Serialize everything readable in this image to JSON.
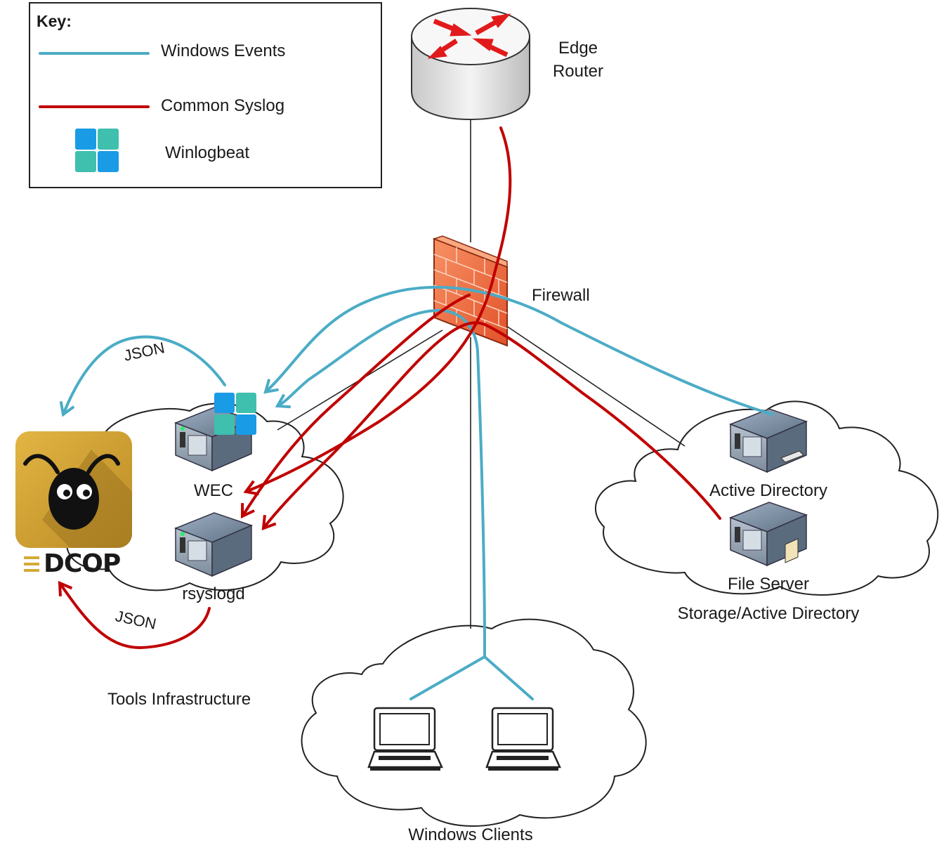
{
  "legend": {
    "title": "Key:",
    "items": [
      {
        "label": "Windows Events",
        "color": "#4bacc6"
      },
      {
        "label": "Common Syslog",
        "color": "#c00000"
      },
      {
        "label": "Winlogbeat",
        "icon": "winlogbeat-icon"
      }
    ]
  },
  "nodes": {
    "edge_router": {
      "line1": "Edge",
      "line2": "Router",
      "icon": "router-icon"
    },
    "firewall": {
      "label": "Firewall",
      "icon": "firewall-icon"
    },
    "wec": {
      "label": "WEC",
      "icon": "server-icon"
    },
    "rsyslogd": {
      "label": "rsyslogd",
      "icon": "server-icon"
    },
    "active_directory": {
      "label": "Active Directory",
      "icon": "server-icon"
    },
    "file_server": {
      "label": "File Server",
      "icon": "server-icon"
    },
    "dcop": {
      "label": "DCOP",
      "icon": "ant-logo-icon"
    }
  },
  "groups": {
    "tools": "Tools Infrastructure",
    "storage": "Storage/Active Directory",
    "clients": "Windows Clients"
  },
  "edge_labels": {
    "json_top": "JSON",
    "json_bottom": "JSON"
  },
  "colors": {
    "windows_events": "#4bacc6",
    "syslog": "#c00000",
    "winlogbeat_blue": "#1a9be6",
    "winlogbeat_teal": "#3fbfae",
    "dcop_gold": "#d4a937",
    "firewall": "#f06a3c"
  }
}
